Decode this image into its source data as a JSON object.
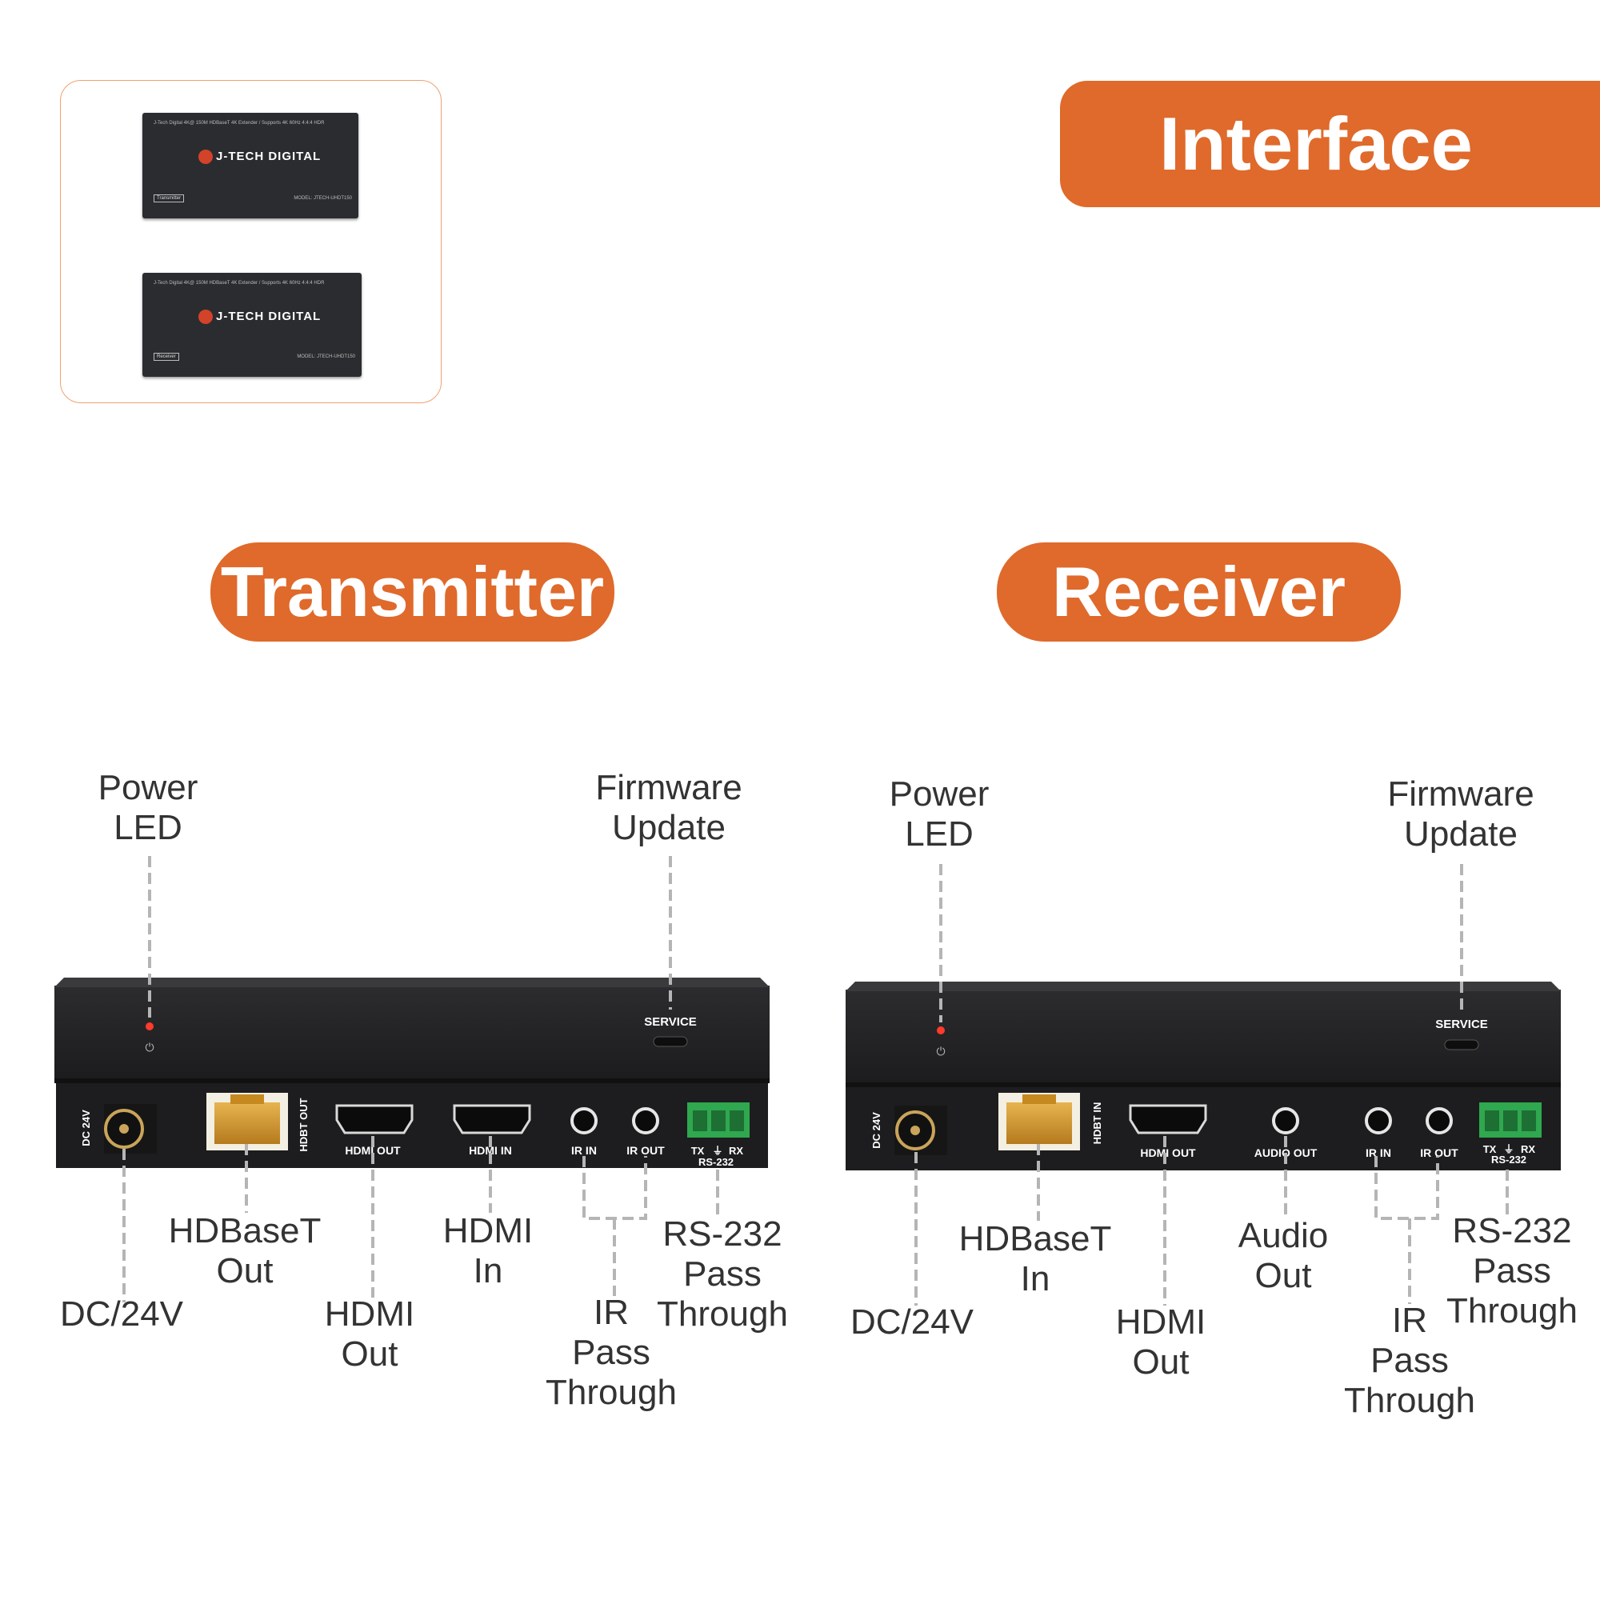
{
  "header": {
    "title": "Interface"
  },
  "thumbnail": {
    "units": [
      {
        "brand": "J-TECH DIGITAL",
        "tag": "Transmitter",
        "model": "MODEL: JTECH-UHDT150",
        "note": "J-Tech Digital 4K@ 150M HDBaseT 4K Extender / Supports 4K 60Hz 4:4:4 HDR"
      },
      {
        "brand": "J-TECH DIGITAL",
        "tag": "Receiver",
        "model": "MODEL: JTECH-UHDT150",
        "note": "J-Tech Digital 4K@ 150M HDBaseT 4K Extender / Supports 4K 60Hz 4:4:4 HDR"
      }
    ]
  },
  "colors": {
    "accent": "#df6a2b",
    "device": "#1f1f21",
    "terminal": "#2fa84f"
  },
  "transmitter": {
    "title": "Transmitter",
    "service_label": "SERVICE",
    "ports": {
      "dc": "DC 24V",
      "hdbt": "HDBT OUT",
      "hdmi_out": "HDMI OUT",
      "hdmi_in": "HDMI IN",
      "ir_in": "IR IN",
      "ir_out": "IR OUT",
      "rs_tx": "TX",
      "rs_gnd": "⏚",
      "rs_rx": "RX",
      "rs232": "RS-232"
    },
    "callouts": {
      "power_led": [
        "Power",
        "LED"
      ],
      "firmware": [
        "Firmware",
        "Update"
      ],
      "dc": [
        "DC/24V"
      ],
      "hdbaset": [
        "HDBaseT",
        "Out"
      ],
      "hdmi_out": [
        "HDMI",
        "Out"
      ],
      "hdmi_in": [
        "HDMI",
        "In"
      ],
      "ir": [
        "IR",
        "Pass",
        "Through"
      ],
      "rs232": [
        "RS-232",
        "Pass",
        "Through"
      ]
    }
  },
  "receiver": {
    "title": "Receiver",
    "service_label": "SERVICE",
    "ports": {
      "dc": "DC 24V",
      "hdbt": "HDBT IN",
      "hdmi_out": "HDMI OUT",
      "audio_out": "AUDIO OUT",
      "ir_in": "IR IN",
      "ir_out": "IR OUT",
      "rs_tx": "TX",
      "rs_gnd": "⏚",
      "rs_rx": "RX",
      "rs232": "RS-232"
    },
    "callouts": {
      "power_led": [
        "Power",
        "LED"
      ],
      "firmware": [
        "Firmware",
        "Update"
      ],
      "dc": [
        "DC/24V"
      ],
      "hdbaset": [
        "HDBaseT",
        "In"
      ],
      "hdmi_out": [
        "HDMI",
        "Out"
      ],
      "audio_out": [
        "Audio",
        "Out"
      ],
      "ir": [
        "IR",
        "Pass",
        "Through"
      ],
      "rs232": [
        "RS-232",
        "Pass",
        "Through"
      ]
    }
  }
}
